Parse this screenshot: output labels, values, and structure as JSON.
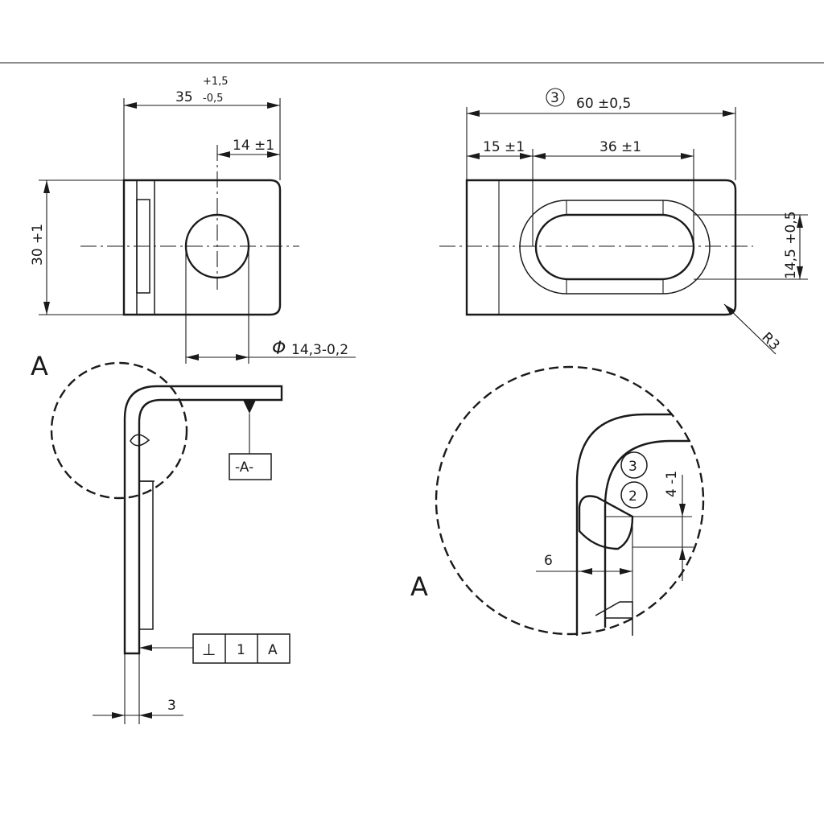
{
  "dimensions": {
    "width_total": "35",
    "width_tol_upper": "+1,5",
    "width_tol_lower": "-0,5",
    "hole_offset": "14 ±1",
    "height_left": "30 +1",
    "hole_diameter": "14,3-0,2",
    "diameter_symbol": "Φ",
    "length_total": "60 ±0,5",
    "length_marker": "3",
    "slot_offset": "15 ±1",
    "slot_length": "36 ±1",
    "slot_width": "14,5 +0,5",
    "corner_radius": "R3",
    "thickness": "3",
    "detail_weld": "6",
    "detail_height": "4 -1"
  },
  "labels": {
    "section_left": "A",
    "section_detail": "A",
    "datum": "-A-",
    "marker_3": "3",
    "marker_2": "2"
  },
  "tolerance_frame": {
    "symbol": "⊥",
    "value": "1",
    "datum": "A"
  }
}
